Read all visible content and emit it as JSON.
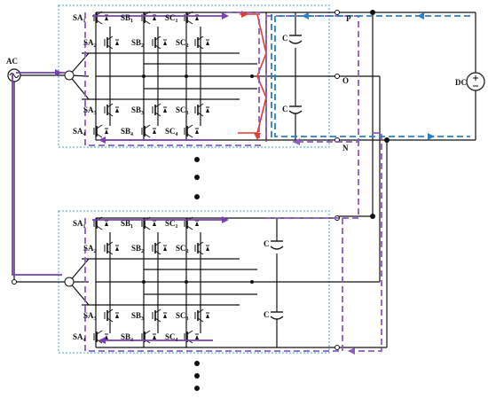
{
  "colors": {
    "wire": "#111111",
    "module_border": "#3aa5d6",
    "purple_path": "#7a3fb2",
    "red_path": "#e23b2a",
    "blue_path": "#2a7fc9",
    "violet_dash": "#8e5bc8"
  },
  "labels": {
    "ac": "AC",
    "dc": "DC",
    "node_p": "P",
    "node_o": "O",
    "node_n": "N",
    "cap": "C"
  },
  "modules": [
    {
      "switches": [
        {
          "base": "SA",
          "sub": "1"
        },
        {
          "base": "SB",
          "sub": "1"
        },
        {
          "base": "SC",
          "sub": "1"
        },
        {
          "base": "SA",
          "sub": "2"
        },
        {
          "base": "SB",
          "sub": "2"
        },
        {
          "base": "SC",
          "sub": "2"
        },
        {
          "base": "SA",
          "sub": "3"
        },
        {
          "base": "SB",
          "sub": "3"
        },
        {
          "base": "SC",
          "sub": "3"
        },
        {
          "base": "SA",
          "sub": "4"
        },
        {
          "base": "SB",
          "sub": "4"
        },
        {
          "base": "SC",
          "sub": "4"
        }
      ]
    },
    {
      "switches": [
        {
          "base": "SA",
          "sub": "1"
        },
        {
          "base": "SB",
          "sub": "1"
        },
        {
          "base": "SC",
          "sub": "1"
        },
        {
          "base": "SA",
          "sub": "2"
        },
        {
          "base": "SB",
          "sub": "2"
        },
        {
          "base": "SC",
          "sub": "2"
        },
        {
          "base": "SA",
          "sub": "3"
        },
        {
          "base": "SB",
          "sub": "3"
        },
        {
          "base": "SC",
          "sub": "3"
        },
        {
          "base": "SA",
          "sub": "4"
        },
        {
          "base": "SB",
          "sub": "4"
        },
        {
          "base": "SC",
          "sub": "4"
        }
      ]
    }
  ]
}
